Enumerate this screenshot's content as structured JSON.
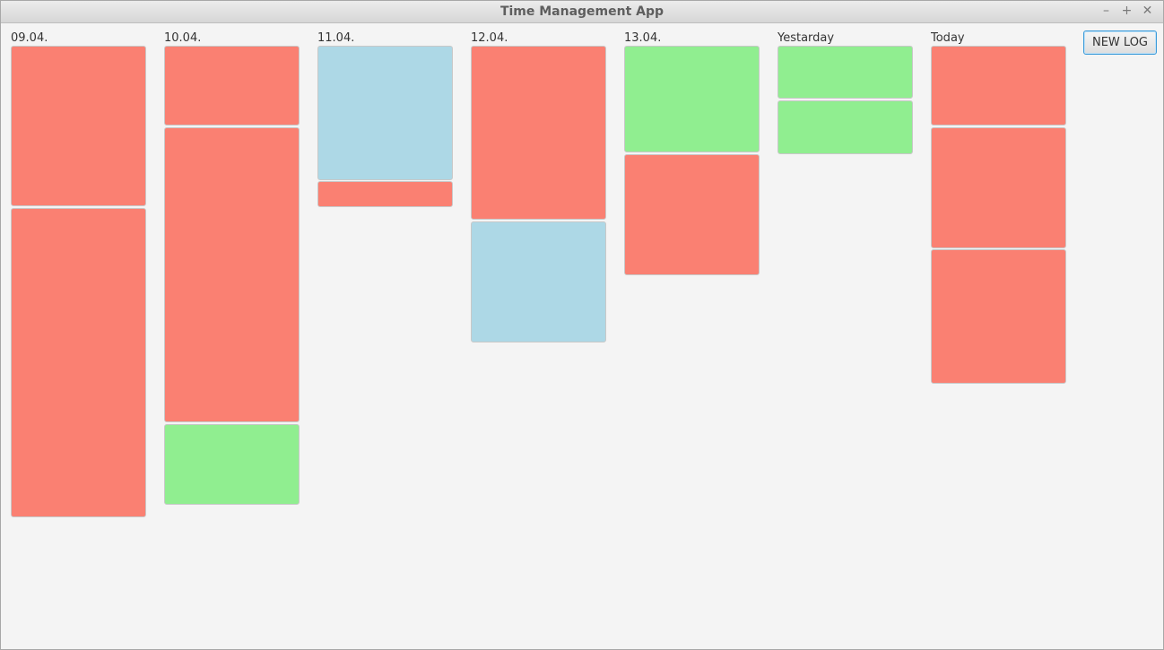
{
  "window": {
    "title": "Time Management App",
    "controls": {
      "minimize": "–",
      "maximize": "+",
      "close": "✕"
    }
  },
  "toolbar": {
    "new_log_label": "NEW LOG"
  },
  "colors": {
    "red": "#fa8072",
    "blue": "#add8e6",
    "green": "#90ee90",
    "background": "#f4f4f4"
  },
  "days": [
    {
      "label": "09.04.",
      "logs": [
        {
          "color": "red"
        },
        {
          "color": "red"
        }
      ]
    },
    {
      "label": "10.04.",
      "logs": [
        {
          "color": "red"
        },
        {
          "color": "red"
        },
        {
          "color": "green"
        }
      ]
    },
    {
      "label": "11.04.",
      "logs": [
        {
          "color": "blue"
        },
        {
          "color": "red"
        }
      ]
    },
    {
      "label": "12.04.",
      "logs": [
        {
          "color": "red"
        },
        {
          "color": "blue"
        }
      ]
    },
    {
      "label": "13.04.",
      "logs": [
        {
          "color": "green"
        },
        {
          "color": "red"
        }
      ]
    },
    {
      "label": "Yestarday",
      "logs": [
        {
          "color": "green"
        },
        {
          "color": "green"
        }
      ]
    },
    {
      "label": "Today",
      "logs": [
        {
          "color": "red"
        },
        {
          "color": "red"
        },
        {
          "color": "red"
        }
      ]
    }
  ]
}
